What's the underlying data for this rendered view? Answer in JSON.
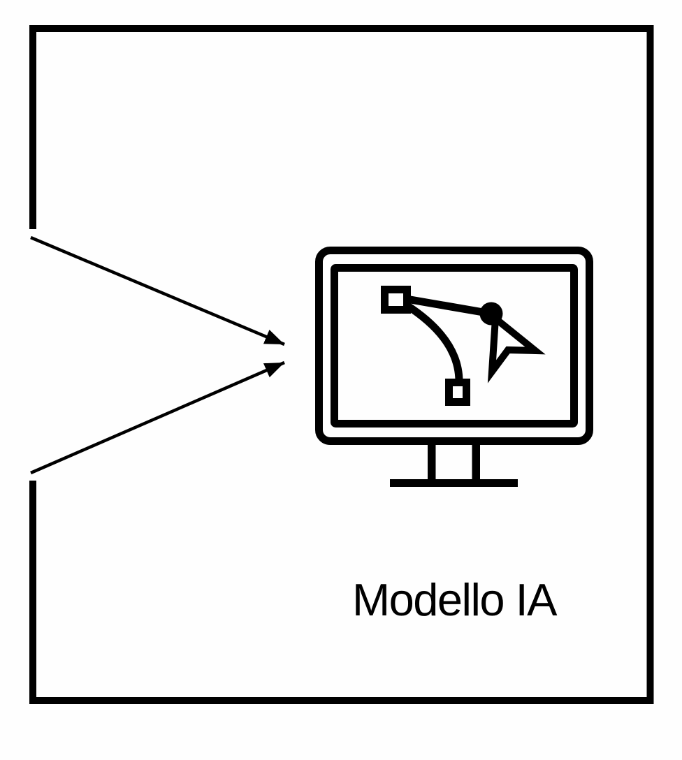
{
  "colors": {
    "ink": "#000000",
    "paper": "#fefefe"
  },
  "diagram": {
    "label": "Modello IA",
    "node_icon": "monitor-with-bezier-pen-tool",
    "boundary_box": "open-left-rectangle",
    "arrows": [
      {
        "name": "input-arrow-top"
      },
      {
        "name": "input-arrow-bottom"
      }
    ]
  }
}
